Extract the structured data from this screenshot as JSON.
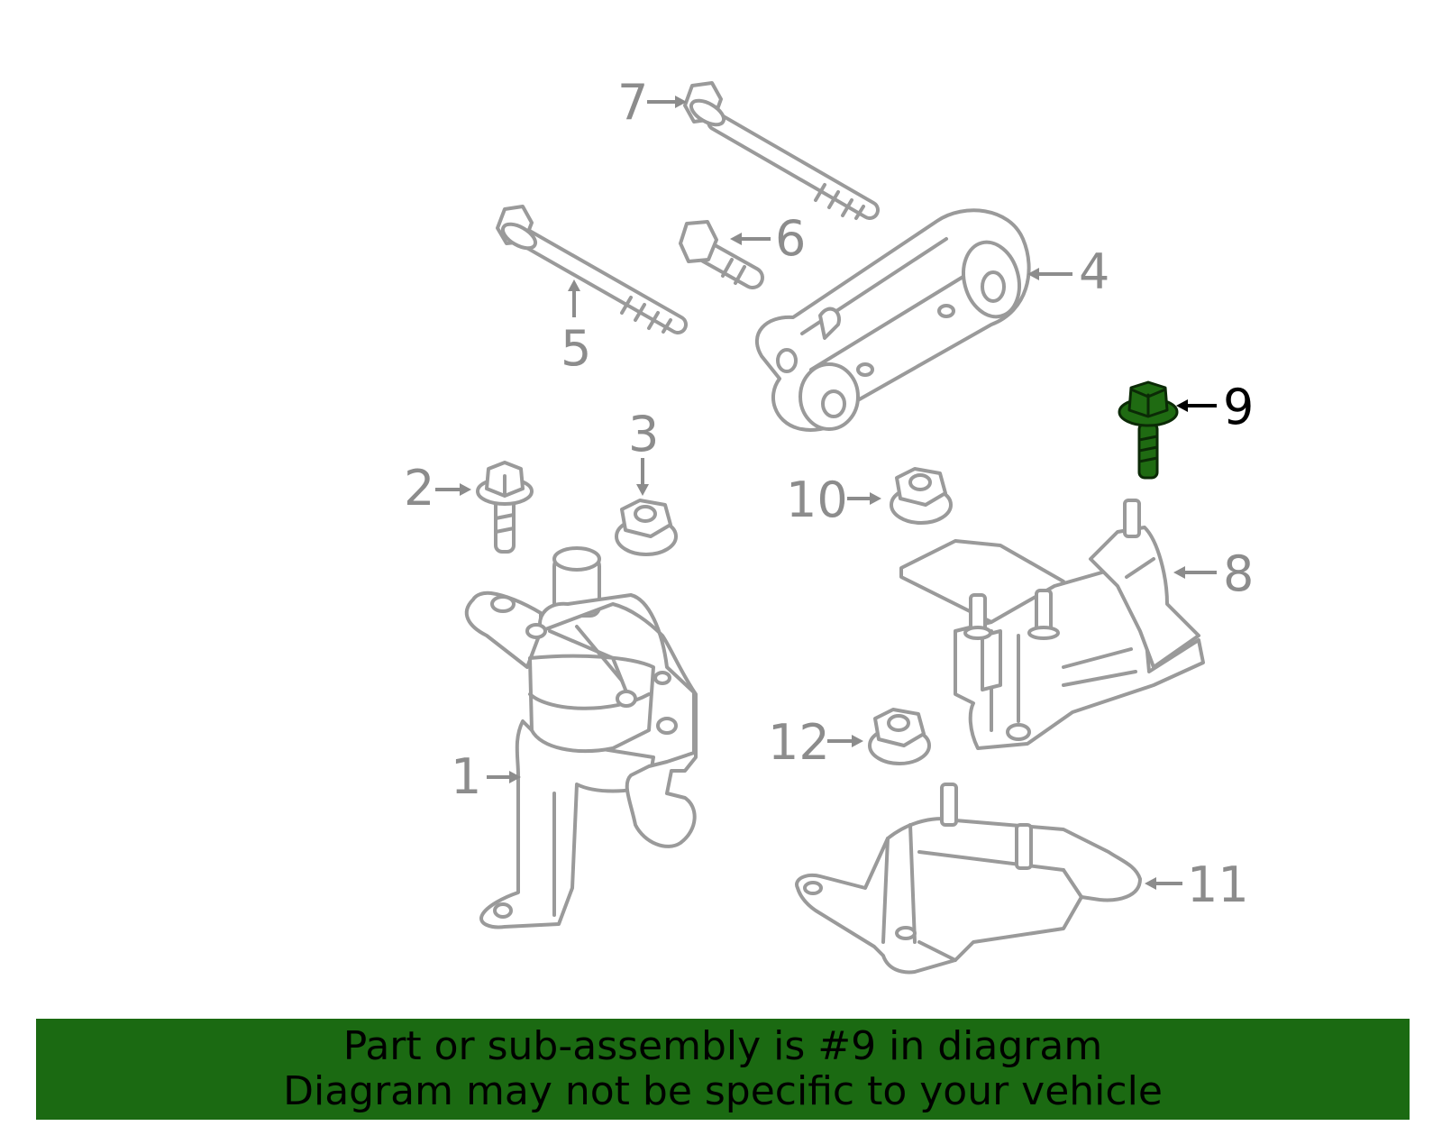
{
  "callouts": {
    "c1": "1",
    "c2": "2",
    "c3": "3",
    "c4": "4",
    "c5": "5",
    "c6": "6",
    "c7": "7",
    "c8": "8",
    "c9": "9",
    "c10": "10",
    "c11": "11",
    "c12": "12"
  },
  "highlighted_part": "9",
  "banner": {
    "line1": "Part or sub-assembly is #9 in diagram",
    "line2": "Diagram may not be specific to your vehicle"
  },
  "colors": {
    "highlight": "#1f6b12",
    "banner": "#1b6a12",
    "part_stroke": "#9a9a9a",
    "callout_grey": "#8c8c8c"
  }
}
